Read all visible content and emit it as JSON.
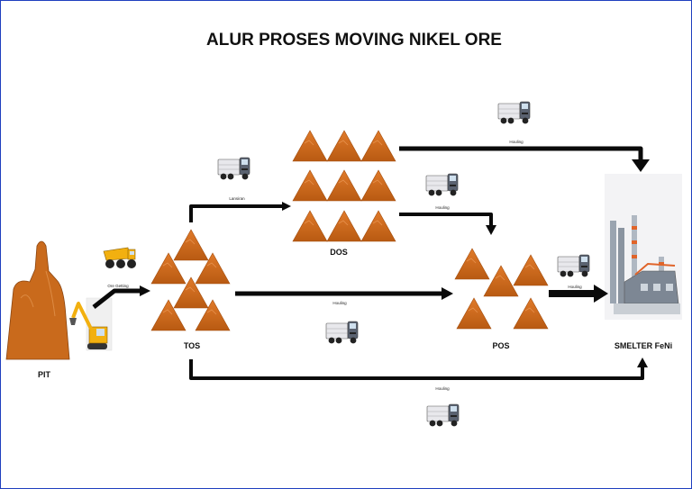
{
  "title": "ALUR PROSES MOVING NIKEL ORE",
  "nodes": {
    "pit": "PIT",
    "tos": "TOS",
    "dos": "DOS",
    "pos": "POS",
    "smelter": "SMELTER FeNi"
  },
  "edges": {
    "ore_getting": "Ore Getting",
    "tos_dos": "Lansiran",
    "dos_smelter": "Houling",
    "dos_pos": "Houling",
    "tos_pos": "Houling",
    "pos_smelter": "Houling",
    "tos_smelter": "Houling"
  },
  "colors": {
    "stockpile": "#d2691e",
    "arrow": "#0a0a0a",
    "frame": "#1f3fbf"
  },
  "icons": [
    "dump-truck-icon",
    "articulated-hauler-icon",
    "excavator-icon",
    "smelter-plant-icon"
  ]
}
